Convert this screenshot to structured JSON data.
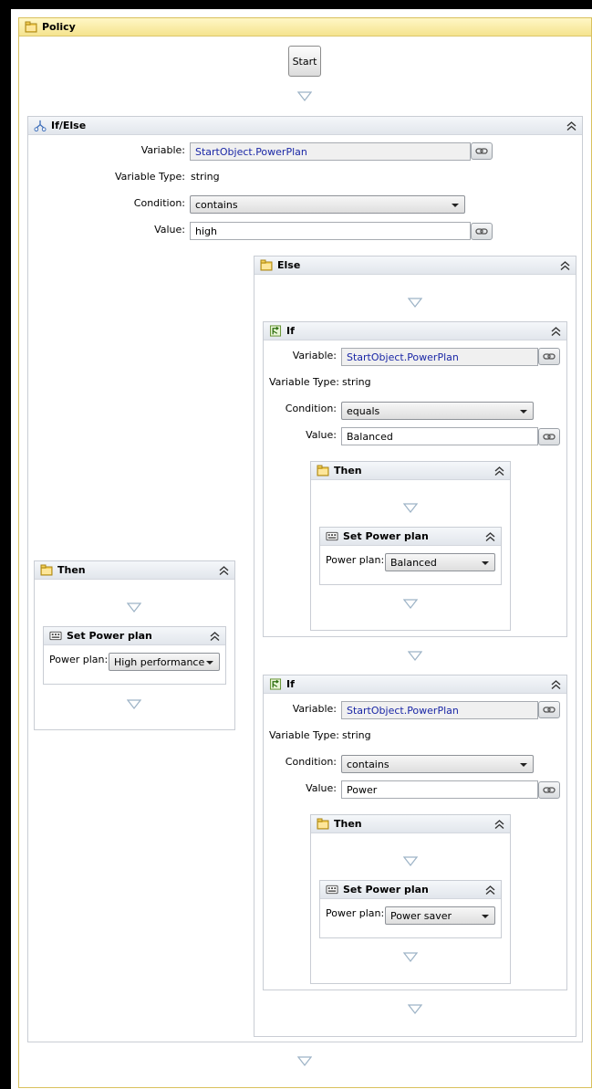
{
  "policy": {
    "title": "Policy",
    "start_label": "Start"
  },
  "ifelse": {
    "title": "If/Else",
    "variable_label": "Variable:",
    "variable_value": "StartObject.PowerPlan",
    "vartype_label": "Variable Type:",
    "vartype_value": "string",
    "condition_label": "Condition:",
    "condition_value": "contains",
    "value_label": "Value:",
    "value_value": "high"
  },
  "then_left": {
    "title": "Then",
    "set_power": {
      "title": "Set Power plan",
      "label": "Power plan:",
      "value": "High performance"
    }
  },
  "else": {
    "title": "Else",
    "if1": {
      "title": "If",
      "variable_label": "Variable:",
      "variable_value": "StartObject.PowerPlan",
      "vartype_label": "Variable Type:",
      "vartype_value": "string",
      "condition_label": "Condition:",
      "condition_value": "equals",
      "value_label": "Value:",
      "value_value": "Balanced",
      "then": {
        "title": "Then",
        "set_power": {
          "title": "Set Power plan",
          "label": "Power plan:",
          "value": "Balanced"
        }
      }
    },
    "if2": {
      "title": "If",
      "variable_label": "Variable:",
      "variable_value": "StartObject.PowerPlan",
      "vartype_label": "Variable Type:",
      "vartype_value": "string",
      "condition_label": "Condition:",
      "condition_value": "contains",
      "value_label": "Value:",
      "value_value": "Power",
      "then": {
        "title": "Then",
        "set_power": {
          "title": "Set Power plan",
          "label": "Power plan:",
          "value": "Power saver"
        }
      }
    }
  },
  "colors": {
    "policy_header": "#f5e48e",
    "panel_header": "#e2e6ec",
    "variable_text": "#1a27a6",
    "border": "#c9cdd4"
  },
  "icons": {
    "policy": "folder-icon",
    "ifelse": "branch-icon",
    "if": "condition-icon",
    "set_power": "keyboard-icon",
    "collapse": "double-chevron-up-icon",
    "link": "link-icon",
    "flow": "down-arrow-icon"
  }
}
